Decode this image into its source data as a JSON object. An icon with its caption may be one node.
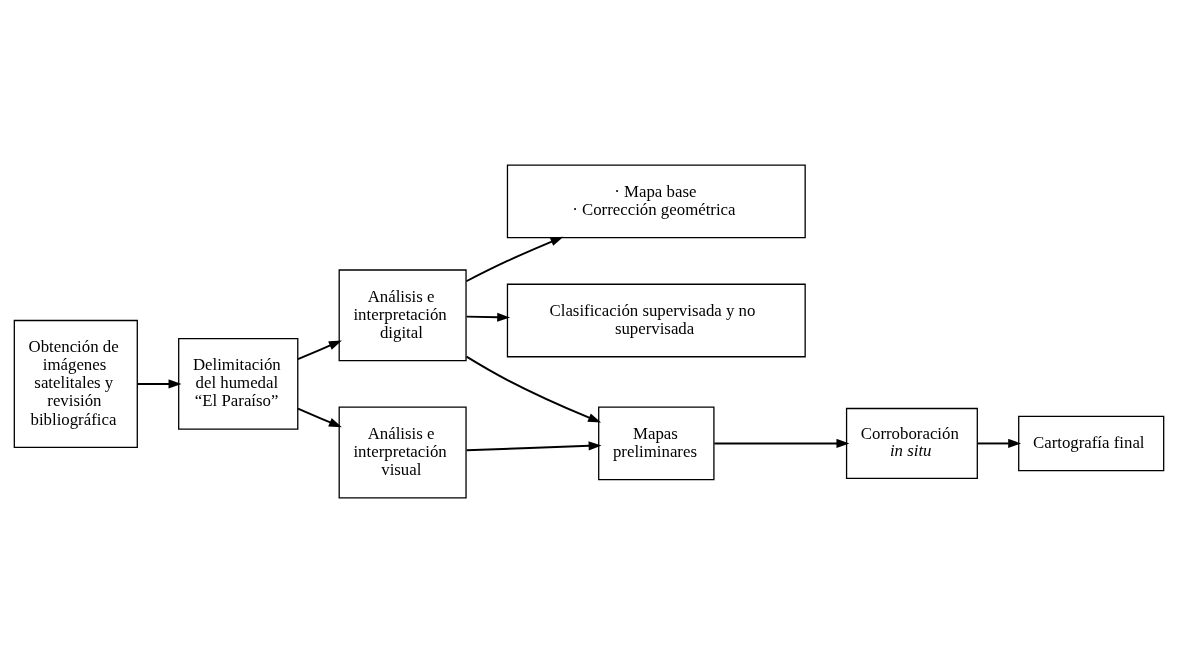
{
  "diagram": {
    "nodes": [
      {
        "text": [
          "· Mapa base",
          "· Corrección geométrica"
        ]
      },
      {
        "text": [
          "Clasificación supervisada y no supervisada"
        ]
      },
      {
        "text": [
          "Obtención de imágenes satelitales y revisión bibliográfica"
        ]
      },
      {
        "text": [
          "Delimitación del humedal “El Paraíso”"
        ]
      },
      {
        "text": [
          "Análisis e interpretación digital"
        ]
      },
      {
        "text": [
          "Análisis e interpretación visual"
        ]
      },
      {
        "text": [
          "Mapas preliminares"
        ]
      },
      {
        "text": [
          "Corroboración *in situ*"
        ]
      },
      {
        "text": [
          "Cartografía final"
        ]
      }
    ],
    "edges": [
      {
        "from": 2,
        "to": 3,
        "arrow": "to"
      },
      {
        "from": 3,
        "to": 4,
        "arrow": "to"
      },
      {
        "from": 3,
        "to": 5,
        "arrow": "to"
      },
      {
        "from": 4,
        "to": 0,
        "arrow": "to"
      },
      {
        "from": 4,
        "to": 1,
        "arrow": "to"
      },
      {
        "from": 4,
        "to": 6,
        "arrow": "to"
      },
      {
        "from": 5,
        "to": 6,
        "arrow": "to"
      },
      {
        "from": 6,
        "to": 7,
        "arrow": "to"
      },
      {
        "from": 7,
        "to": 8,
        "arrow": "to"
      }
    ]
  }
}
